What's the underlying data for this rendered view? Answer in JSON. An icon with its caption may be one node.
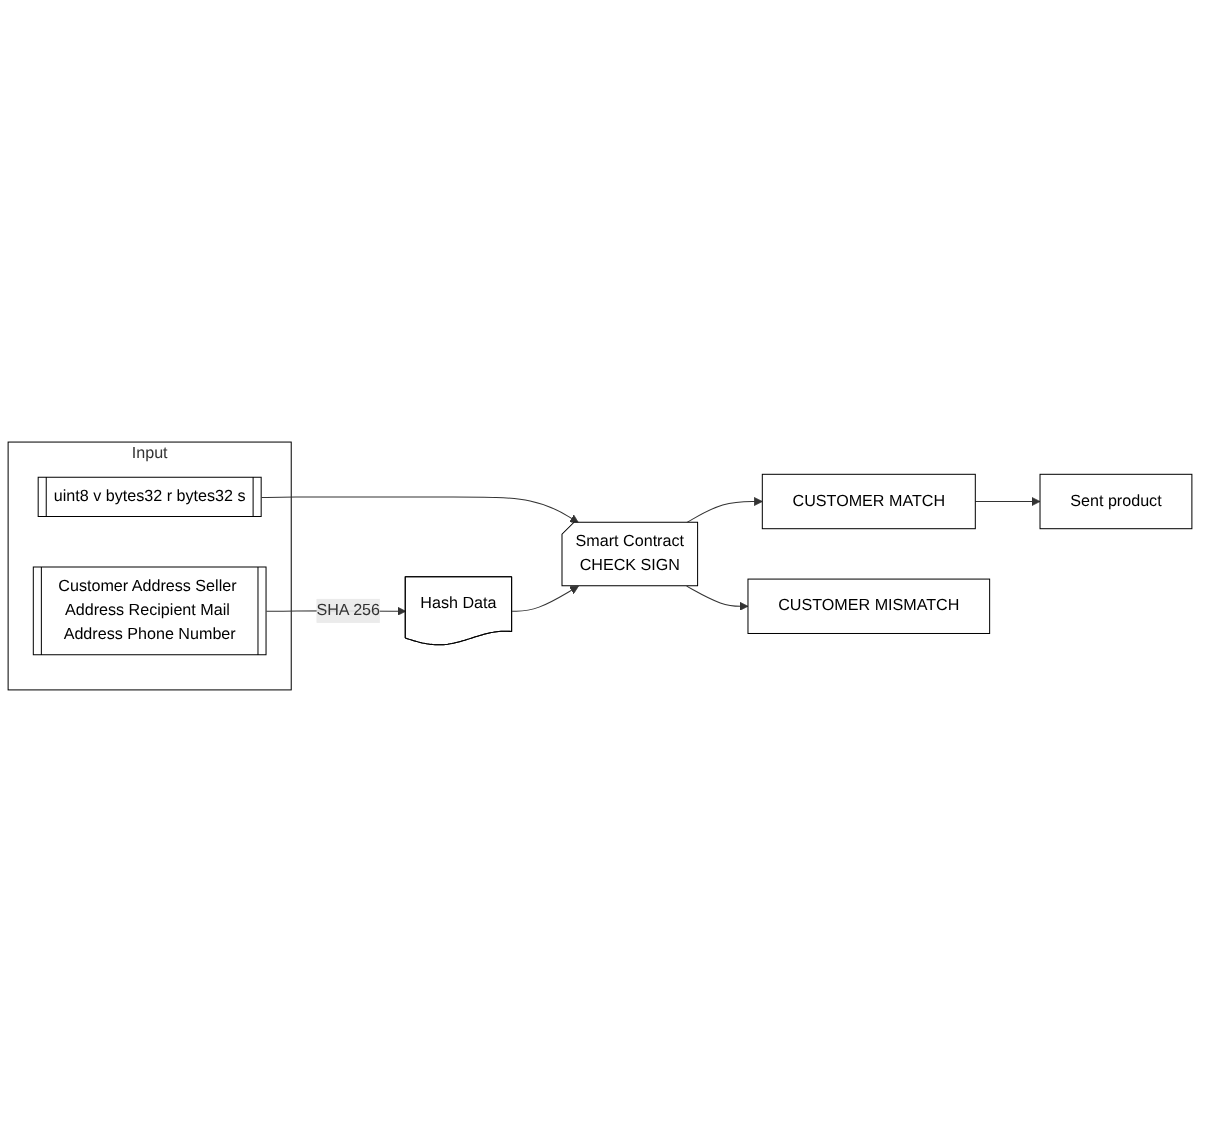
{
  "diagram": {
    "nodes": [
      {
        "text": [
          "Input"
        ]
      },
      {
        "text": [
          "uint8 v bytes32 r bytes32 s"
        ],
        "in": 0
      },
      {
        "text": [
          "Customer Address Seller Address Recipient Mail Address Phone Number"
        ],
        "in": 0
      },
      {
        "text": [
          "Smart Contract",
          "CHECK SIGN"
        ]
      },
      {
        "text": [
          "Hash Data"
        ]
      },
      {
        "text": [
          "CUSTOMER MATCH"
        ]
      },
      {
        "text": [
          "CUSTOMER MISMATCH"
        ]
      },
      {
        "text": [
          "Sent product"
        ]
      }
    ],
    "edges": [
      {
        "from": 1,
        "to": 3,
        "arrow": "to"
      },
      {
        "from": 2,
        "to": 4,
        "arrow": "to",
        "label": "SHA 256"
      },
      {
        "from": 4,
        "to": 3,
        "arrow": "to"
      },
      {
        "from": 3,
        "to": 5,
        "arrow": "to"
      },
      {
        "from": 3,
        "to": 6,
        "arrow": "to"
      },
      {
        "from": 5,
        "to": 7,
        "arrow": "to"
      }
    ]
  }
}
